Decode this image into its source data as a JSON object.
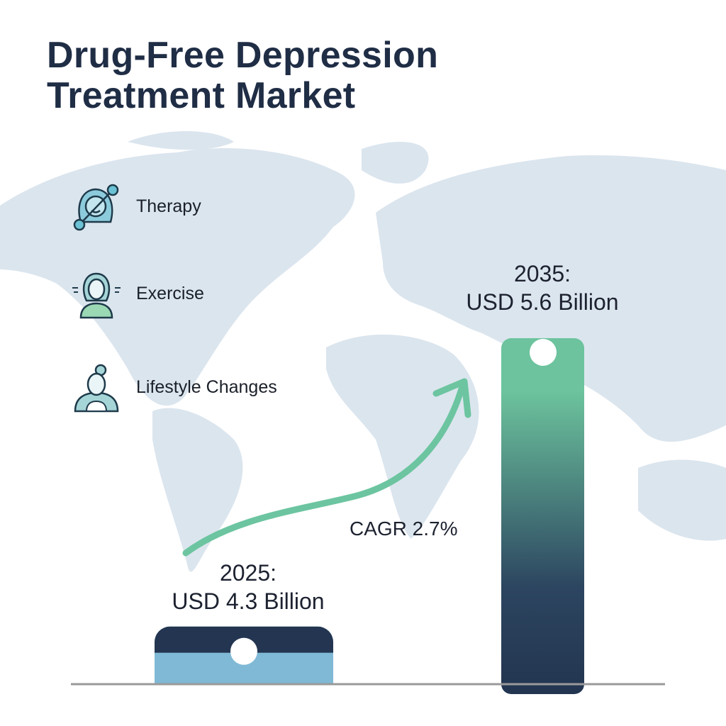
{
  "title": {
    "line1": "Drug-Free Depression",
    "line2": "Treatment Market"
  },
  "legend": [
    {
      "label": "Therapy",
      "icon": "therapy-person-icon"
    },
    {
      "label": "Exercise",
      "icon": "exercise-person-icon"
    },
    {
      "label": "Lifestyle Changes",
      "icon": "lifestyle-person-icon"
    }
  ],
  "chart_data": {
    "type": "bar",
    "title": "Drug-Free Depression Treatment Market",
    "categories": [
      "2025",
      "2035"
    ],
    "values": [
      4.3,
      5.6
    ],
    "unit": "USD Billion",
    "ylim": [
      4.04,
      5.6
    ],
    "labels": [
      {
        "year": "2025:",
        "value": "USD 4.3 Billion"
      },
      {
        "year": "2035:",
        "value": "USD 5.6 Billion"
      }
    ],
    "annotation": "CAGR 2.7%",
    "colors": {
      "bar1_top": "#233550",
      "bar1_bottom": "#7fb9d5",
      "bar2_top": "#6cc39d",
      "bar2_bottom": "#233550",
      "arrow": "#6cc5a0"
    }
  }
}
